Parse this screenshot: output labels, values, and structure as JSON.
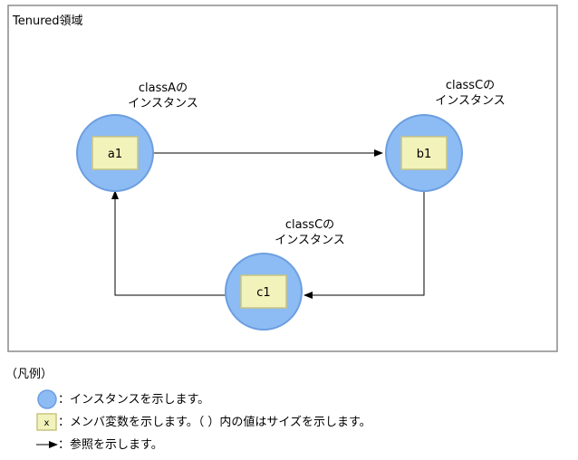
{
  "region": {
    "title": "Tenured領域"
  },
  "instances": [
    {
      "class_line": "classAの",
      "type_line": "インスタンス",
      "member": "a1"
    },
    {
      "class_line": "classCの",
      "type_line": "インスタンス",
      "member": "b1"
    },
    {
      "class_line": "classCの",
      "type_line": "インスタンス",
      "member": "c1"
    }
  ],
  "legend": {
    "title": "（凡例）",
    "instance_text": "：インスタンスを示します。",
    "member_symbol": "x",
    "member_text": "：メンバ変数を示します。（ ）内の値はサイズを示します。",
    "reference_text": "：参照を示します。"
  },
  "colors": {
    "circle_fill": "#8dbbf3",
    "circle_stroke": "#6c9fe0",
    "member_fill": "#f2f2bb",
    "member_stroke": "#c8c481",
    "region_border": "#8a8a8a",
    "arrow": "#000000"
  }
}
